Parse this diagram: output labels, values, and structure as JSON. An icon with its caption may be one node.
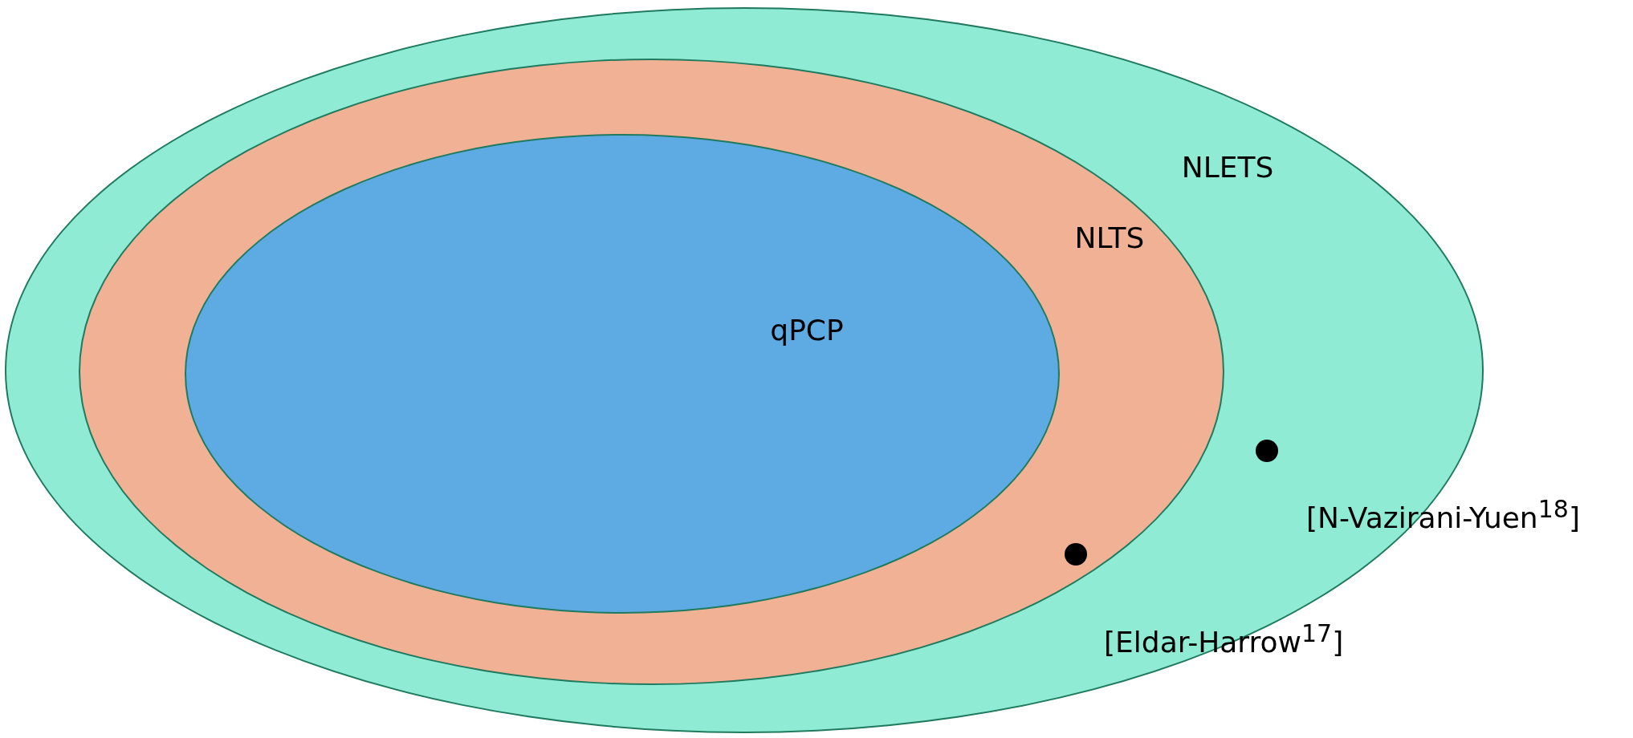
{
  "diagram": {
    "nodes": [
      {
        "text": [
          "NLETS"
        ]
      },
      {
        "text": [
          "NLTS"
        ],
        "in": 0
      },
      {
        "text": [
          "qPCP"
        ],
        "in": 1
      },
      {
        "text": [],
        "shape": "circle",
        "in": 0,
        "beside": [
          "[N-Vazirani-Yuen$^{18}$]"
        ]
      },
      {
        "text": [],
        "shape": "circle",
        "in": 1,
        "beside": [
          "[Eldar-Harrow$^{17}$]"
        ]
      }
    ]
  }
}
